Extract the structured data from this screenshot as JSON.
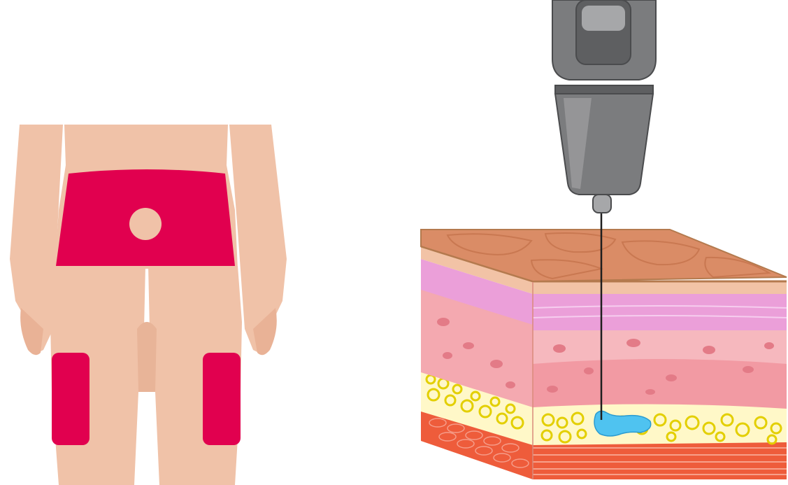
{
  "figure": {
    "panels": [
      {
        "id": "body-sites",
        "icon": "torso-injection-sites-illustration"
      },
      {
        "id": "skin-injection",
        "icon": "pen-needle-skin-cross-section-illustration"
      }
    ],
    "colors": {
      "skin": "#F0C2A8",
      "injection_zone": "#E1004F",
      "pen_dark": "#5E5F61",
      "pen_mid": "#7B7C7E",
      "pen_light": "#A6A7A9",
      "epidermis_top": "#DA8C66",
      "epidermis_edge": "#B47A4E",
      "dermis_light": "#F6B8BE",
      "dermis_mid": "#F29AA3",
      "dermis_pink": "#EB9FD9",
      "fat": "#FFF8C8",
      "fat_cell_ring": "#E3CF00",
      "muscle": "#EE5C3B",
      "insulin_drop": "#4FC3F0"
    }
  }
}
